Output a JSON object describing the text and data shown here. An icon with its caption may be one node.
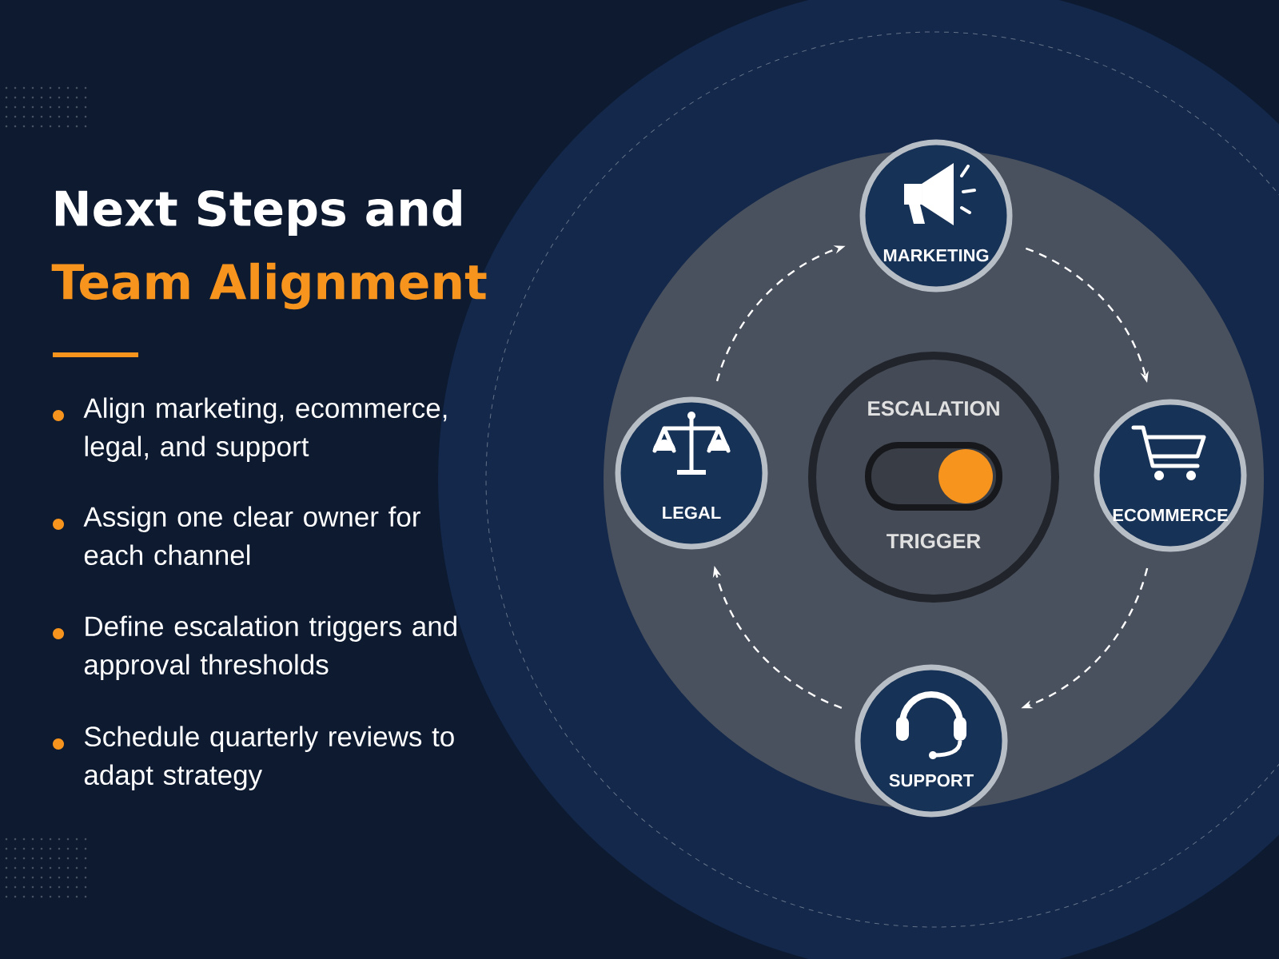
{
  "diagram": {
    "nodes": [
      {
        "text": [
          "MARKETING"
        ]
      },
      {
        "text": [
          "LEGAL"
        ]
      },
      {
        "text": [
          "ESCALATION",
          "TRIGGER"
        ]
      },
      {
        "text": [
          "ECOMMERCE"
        ]
      },
      {
        "text": [
          "SUPPORT"
        ]
      }
    ],
    "edges": [
      {
        "from": 0,
        "to": 3,
        "arrow": "to",
        "style": "dashed"
      },
      {
        "from": 3,
        "to": 4,
        "arrow": "to",
        "style": "dashed"
      },
      {
        "from": 4,
        "to": 1,
        "arrow": "to",
        "style": "dashed"
      },
      {
        "from": 1,
        "to": 0,
        "arrow": "to",
        "style": "dashed"
      }
    ],
    "labels": [
      "Next Steps and",
      "Team Alignment",
      "Align marketing, ecommerce, legal, and support",
      "Assign one clear owner for each channel",
      "Define escalation triggers and approval thresholds",
      "Schedule quarterly reviews to adapt strategy"
    ]
  }
}
